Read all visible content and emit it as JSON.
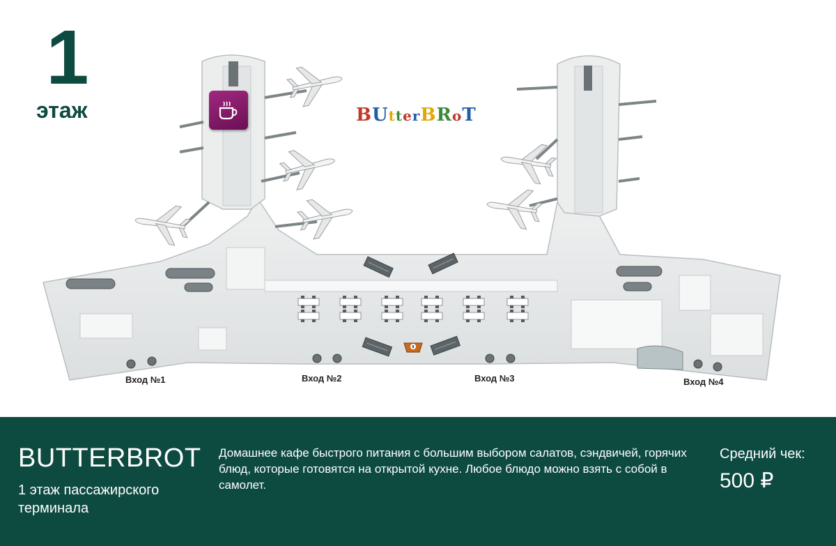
{
  "floor": {
    "number": "1",
    "label": "этаж"
  },
  "logo": {
    "letters": [
      {
        "ch": "B",
        "color": "#c0392b"
      },
      {
        "ch": "U",
        "color": "#1f5fa8"
      },
      {
        "ch": "t",
        "color": "#e0a800"
      },
      {
        "ch": "t",
        "color": "#3a8a3a"
      },
      {
        "ch": "e",
        "color": "#c0392b"
      },
      {
        "ch": "r",
        "color": "#1f5fa8"
      },
      {
        "ch": "B",
        "color": "#e0a800"
      },
      {
        "ch": "R",
        "color": "#3a8a3a"
      },
      {
        "ch": "o",
        "color": "#c0392b"
      },
      {
        "ch": "T",
        "color": "#1f5fa8"
      }
    ]
  },
  "entrances": [
    "Вход №1",
    "Вход №2",
    "Вход №3",
    "Вход №4"
  ],
  "icons": {
    "cafe": "coffee-cup-icon",
    "info": "info-icon",
    "plane": "airplane-icon"
  },
  "panel": {
    "title": "BUTTERBROT",
    "subtitle": "1 этаж пассажирского терминала",
    "description": "Домашнее кафе быстрого питания с большим выбором салатов, сэндвичей, горячих блюд, которые готовятся на открытой кухне. Любое блюдо можно взять с собой в самолет.",
    "check_label": "Средний чек:",
    "check_value": "500 ₽"
  },
  "colors": {
    "brand": "#0d4a40",
    "cafe": "#8b1d6d",
    "panel_text": "#ffffff"
  }
}
